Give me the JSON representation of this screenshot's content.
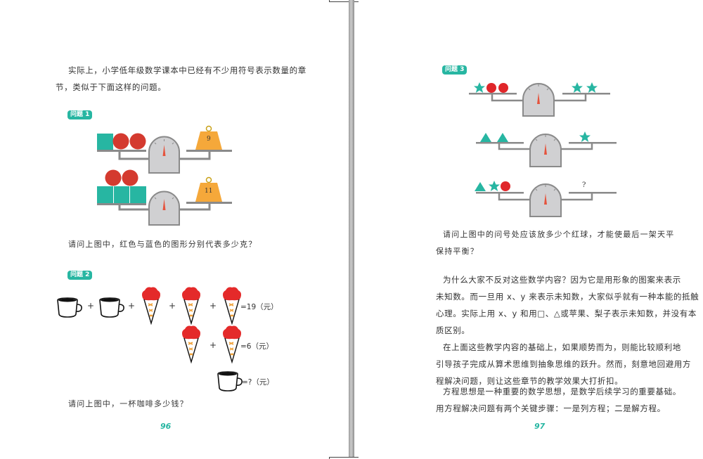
{
  "left_page": {
    "intro_paragraph_line1": "实际上，小学低年级数学课本中已经有不少用符号表示数量的章",
    "intro_paragraph_line2": "节，类似于下面这样的问题。",
    "problem1": {
      "badge": "问题 1",
      "scale1": {
        "left_items": [
          "teal-square",
          "red-ball",
          "red-ball"
        ],
        "weight_label": "9"
      },
      "scale2": {
        "left_items": [
          "teal-square",
          "teal-square",
          "teal-square",
          "red-ball",
          "red-ball"
        ],
        "weight_label": "11"
      },
      "question": "请问上图中，红色与蓝色的图形分别代表多少克？"
    },
    "problem2": {
      "badge": "问题 2",
      "equation1": {
        "items": [
          "coffee-cup",
          "coffee-cup",
          "ice-cream",
          "ice-cream",
          "ice-cream"
        ],
        "plus": "+",
        "result": "=19（元）"
      },
      "equation2": {
        "items": [
          "ice-cream",
          "ice-cream"
        ],
        "plus": "+",
        "result": "=6（元）"
      },
      "equation3": {
        "items": [
          "coffee-cup"
        ],
        "result": "=?（元）"
      },
      "question": "请问上图中，一杯咖啡多少钱？"
    },
    "page_number": "96"
  },
  "right_page": {
    "problem3": {
      "badge": "问题 3",
      "scale1": {
        "left_items": [
          "star",
          "red-ball",
          "red-ball"
        ],
        "right_items": [
          "star",
          "star"
        ]
      },
      "scale2": {
        "left_items": [
          "triangle",
          "triangle"
        ],
        "right_items": [
          "star"
        ]
      },
      "scale3": {
        "left_items": [
          "triangle",
          "star",
          "red-ball"
        ],
        "right_label": "?"
      },
      "question_line1": "请问上图中的问号处应该放多少个红球，才能使最后一架天平",
      "question_line2": "保持平衡？"
    },
    "paragraphs": [
      {
        "lines": [
          "为什么大家不反对这些数学内容？因为它是用形象的图案来表示",
          "未知数。而一旦用 x、y 来表示未知数，大家似乎就有一种本能的抵触",
          "心理。实际上用 x、y 和用□、△或苹果、梨子表示未知数，并没有本",
          "质区别。"
        ]
      },
      {
        "lines": [
          "在上面这些教学内容的基础上，如果顺势而为，则能比较顺利地",
          "引导孩子完成从算术思维到抽象思维的跃升。然而，刻意地回避用方",
          "程解决问题，则让这些章节的教学效果大打折扣。"
        ]
      },
      {
        "lines": [
          "方程思想是一种重要的数学思想，是数学后续学习的重要基础。",
          "用方程解决问题有两个关键步骤：一是列方程；二是解方程。"
        ]
      }
    ],
    "page_number": "97"
  },
  "colors": {
    "teal": "#27b6a2",
    "red": "#d9302b",
    "orange_weight": "#f5a83a",
    "scale_gray": "#c8c8ca",
    "scale_outline": "#8a8a8a"
  }
}
